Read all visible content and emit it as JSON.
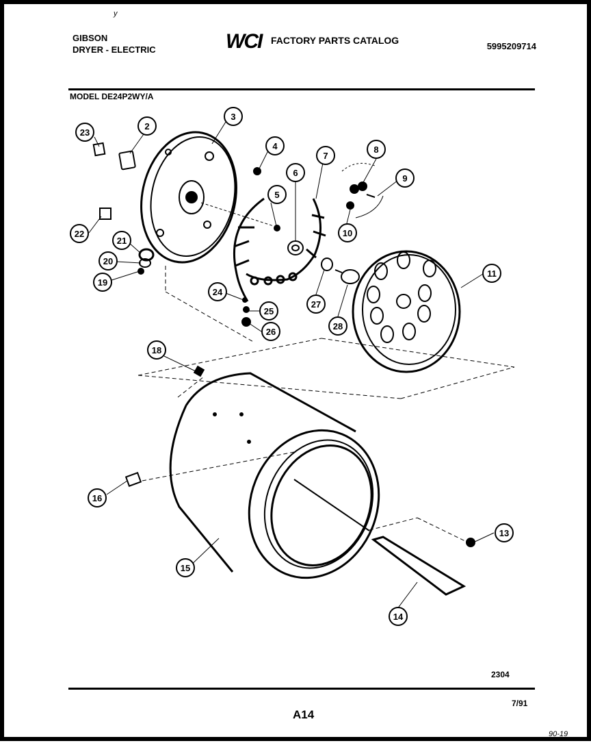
{
  "header": {
    "brand": "GIBSON",
    "product_type": "DRYER - ELECTRIC",
    "catalog_title": "FACTORY PARTS CATALOG",
    "part_number": "5995209714",
    "logo_text": "WCI"
  },
  "model": "MODEL DE24P2WY/A",
  "footer": {
    "diagram_number": "2304",
    "page": "A14",
    "date": "7/91",
    "scan_mark": "90-19",
    "corner_mark": "y"
  },
  "callouts": [
    "2",
    "3",
    "4",
    "5",
    "6",
    "7",
    "8",
    "9",
    "10",
    "11",
    "13",
    "14",
    "15",
    "16",
    "18",
    "19",
    "20",
    "21",
    "22",
    "23",
    "24",
    "25",
    "26",
    "27",
    "28"
  ],
  "colors": {
    "ink": "#000000",
    "paper": "#ffffff"
  }
}
